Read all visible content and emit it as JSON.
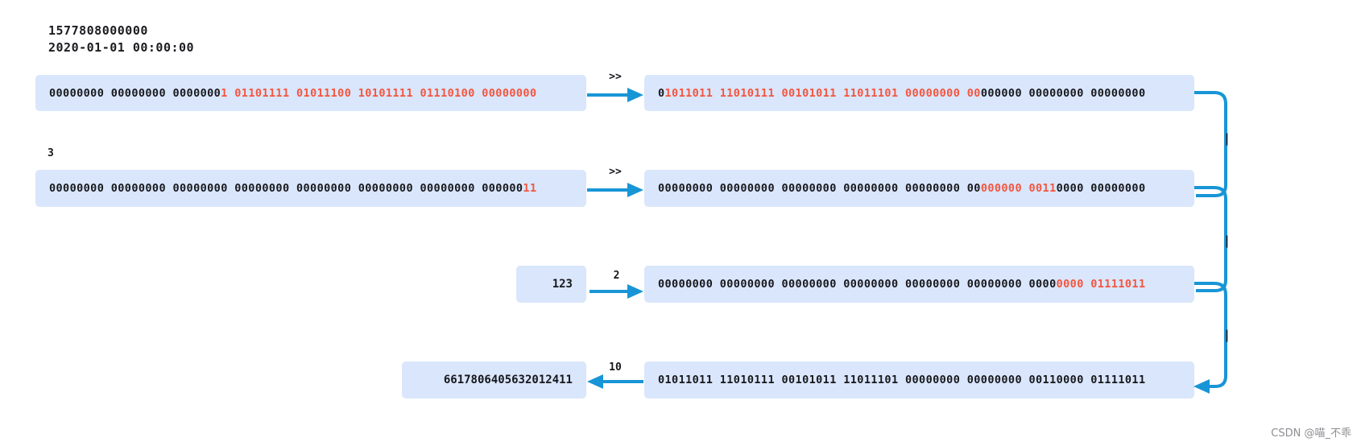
{
  "header": {
    "timestamp_ms": "1577808000000",
    "datetime": "2020-01-01 00:00:00"
  },
  "colors": {
    "box_fill": "#d9e6fb",
    "arrow": "#1895d6",
    "highlight_red": "#f4553d",
    "text": "#17171c",
    "watermark": "#8d8d93"
  },
  "rows": [
    {
      "name": "timestamp-shift",
      "label_above_left": "",
      "left": {
        "black_prefix": "00000000 00000000 0000000",
        "red": "1 01101111 01011100 10101111 01110100 00000000",
        "black_suffix": ""
      },
      "operator": ">>",
      "right": {
        "black_prefix": "0",
        "red": "1011011 11010111 00101011 11011101 00000000 00",
        "black_suffix": "000000 00000000 00000000"
      }
    },
    {
      "name": "datacenter-shift",
      "label_above_left": "3",
      "left": {
        "black_prefix": "00000000 00000000 00000000 00000000 00000000 00000000 00000000 000000",
        "red": "11",
        "black_suffix": ""
      },
      "operator": ">>",
      "right": {
        "black_prefix": "00000000 00000000 00000000 00000000 00000000 00",
        "red": "000000 0011",
        "black_suffix": "0000 00000000"
      }
    },
    {
      "name": "sequence-shift",
      "label_above_left": "",
      "left_value": "123",
      "operator": "2",
      "right": {
        "black_prefix": "00000000 00000000 00000000 00000000 00000000 00000000 0000",
        "red": "0000 01111011",
        "black_suffix": ""
      }
    },
    {
      "name": "final-result",
      "label_above_left": "",
      "left_value": "6617806405632012411",
      "operator": "10",
      "right": {
        "black_prefix": "01011011 11010111 00101011 11011101 00000000 00000000 00110000 01111011",
        "red": "",
        "black_suffix": ""
      }
    }
  ],
  "bus": {
    "or_operator_1": "|",
    "or_operator_2": "|",
    "or_operator_3": "|"
  },
  "watermark": "CSDN @喵_不乖"
}
